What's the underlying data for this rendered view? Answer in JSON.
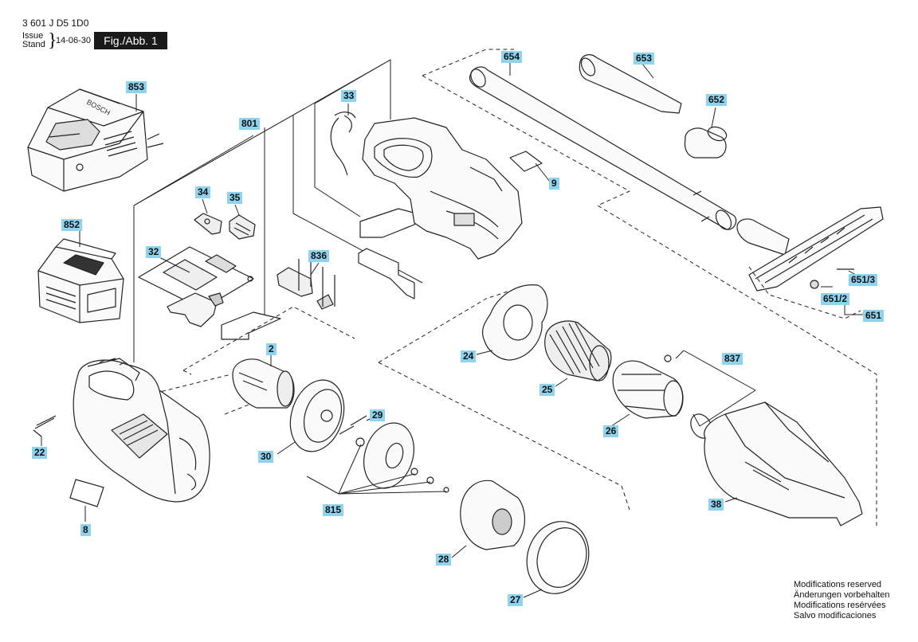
{
  "header": {
    "doc_number": "3 601 J D5 1D0",
    "issue_label_1": "Issue",
    "issue_label_2": "Stand",
    "issue_date": "14-06-30",
    "figure": "Fig./Abb. 1"
  },
  "brand": "BOSCH",
  "parts": {
    "p853": "853",
    "p852": "852",
    "p801": "801",
    "p33": "33",
    "p34": "34",
    "p35": "35",
    "p32": "32",
    "p836": "836",
    "p9": "9",
    "p654": "654",
    "p653": "653",
    "p652": "652",
    "p651_3": "651/3",
    "p651_2": "651/2",
    "p651": "651",
    "p2": "2",
    "p22": "22",
    "p8": "8",
    "p29": "29",
    "p30": "30",
    "p815": "815",
    "p24": "24",
    "p25": "25",
    "p26": "26",
    "p837": "837",
    "p28": "28",
    "p27": "27",
    "p38": "38"
  },
  "notes": [
    "Modifications reserved",
    "Änderungen vorbehalten",
    "Modifications resérvées",
    "Salvo modificaciones"
  ]
}
